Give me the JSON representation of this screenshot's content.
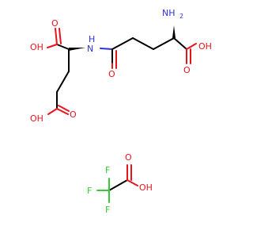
{
  "molecule_1": {
    "atoms": {
      "oh_top_left": "OH",
      "o_top_left": "O",
      "nh": "N",
      "nh_h": "H",
      "nh2": "NH",
      "nh2_sub": "2",
      "o_amide": "O",
      "o_right": "O",
      "oh_right": "OH",
      "oh_bottom": "OH",
      "o_bottom": "O"
    }
  },
  "molecule_2": {
    "atoms": {
      "f1": "F",
      "f2": "F",
      "f3": "F",
      "o_double": "O",
      "oh": "OH"
    }
  },
  "colors": {
    "carbon": "#000000",
    "oxygen": "#e8141c",
    "nitrogen": "#2b33d4",
    "fluorine": "#33cc33"
  }
}
